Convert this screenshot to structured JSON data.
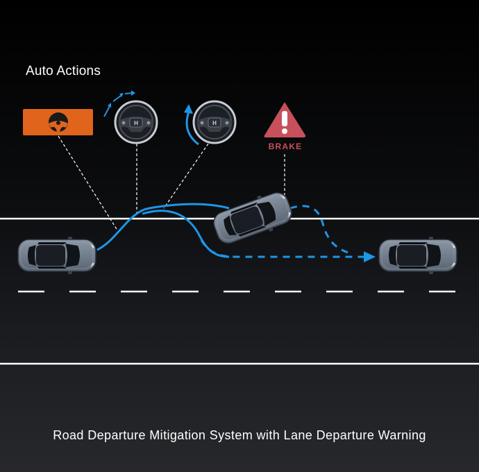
{
  "title": "Auto Actions",
  "brake_label": "BRAKE",
  "caption": "Road Departure Mitigation System with Lane Departure Warning",
  "colors": {
    "background_top": "#000000",
    "background_bottom": "#26282c",
    "path_blue": "#1e96e6",
    "alert_orange": "#e0641c",
    "brake_red": "#c8505a",
    "lane_white": "#ffffff",
    "car_body": "#6a7684"
  },
  "icons": [
    "steering-alert-icon",
    "steering-wheel-turn-icon",
    "steering-wheel-return-icon",
    "warning-triangle-icon",
    "car-icon"
  ]
}
